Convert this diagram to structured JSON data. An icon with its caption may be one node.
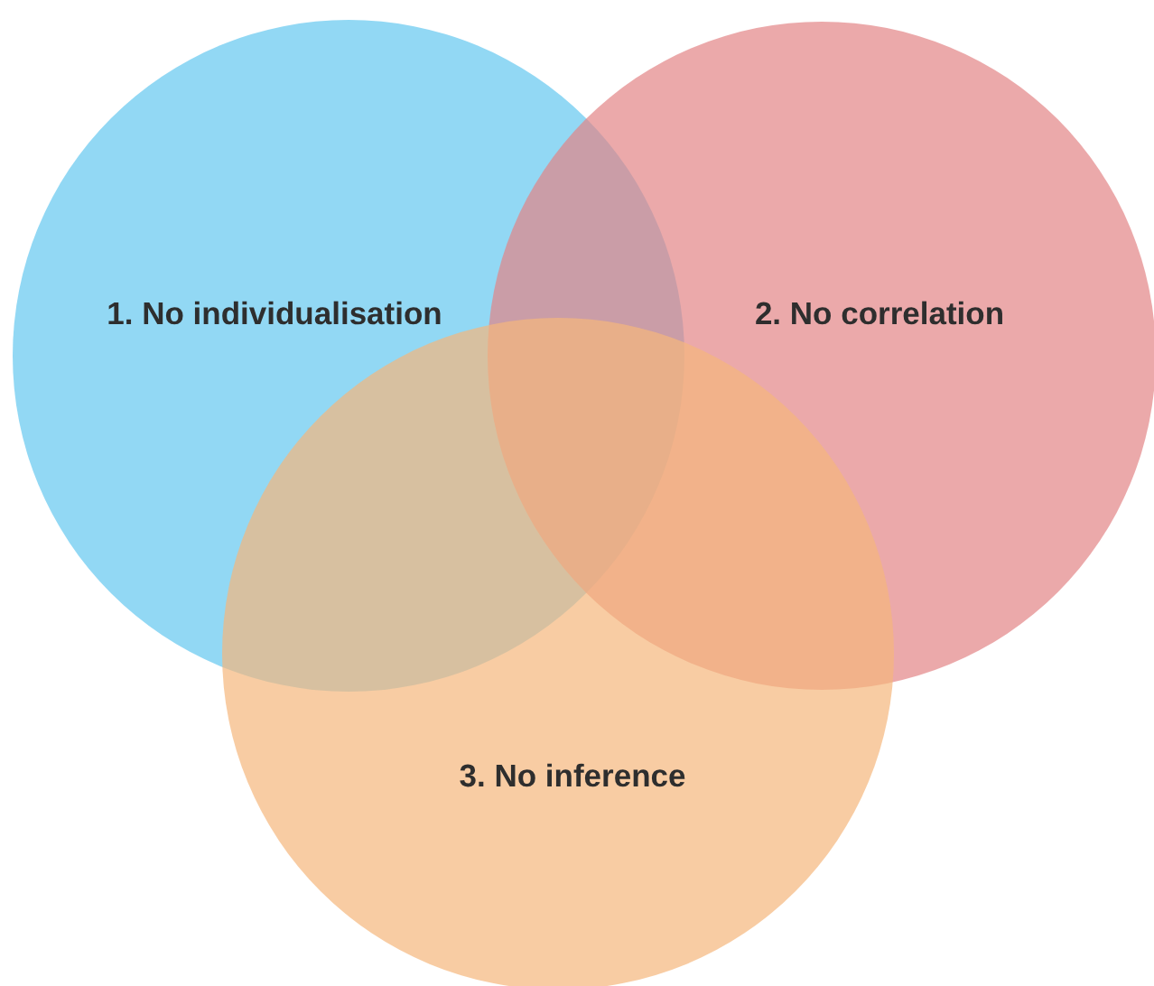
{
  "diagram": {
    "nodes": [
      {
        "text": [
          "1. No individualisation"
        ]
      },
      {
        "text": [
          "2. No correlation"
        ]
      },
      {
        "text": [
          "3. No inference"
        ]
      }
    ]
  }
}
